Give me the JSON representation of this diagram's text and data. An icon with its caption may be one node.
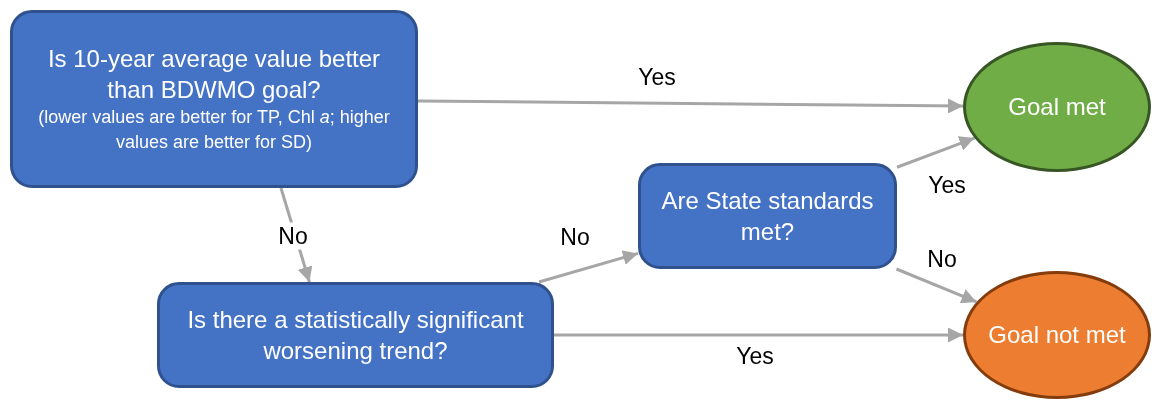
{
  "diagram": {
    "nodes": [
      {
        "text": [
          "Is 10-year average value better than BDWMO goal?",
          "(lower values are better for TP, Chl *a*; higher values are better for SD)"
        ]
      },
      {
        "text": [
          "Goal met"
        ]
      },
      {
        "text": [
          "Are State standards met?"
        ]
      },
      {
        "text": [
          "Is there a statistically significant worsening trend?"
        ]
      },
      {
        "text": [
          "Goal not met"
        ]
      }
    ],
    "edges": [
      {
        "from": 0,
        "to": 1,
        "arrow": "to",
        "label": "Yes"
      },
      {
        "from": 0,
        "to": 3,
        "arrow": "to",
        "label": "No"
      },
      {
        "from": 3,
        "to": 2,
        "arrow": "to",
        "label": "No"
      },
      {
        "from": 2,
        "to": 1,
        "arrow": "to",
        "label": "Yes"
      },
      {
        "from": 2,
        "to": 4,
        "arrow": "to",
        "label": "No"
      },
      {
        "from": 3,
        "to": 4,
        "arrow": "to",
        "label": "Yes"
      }
    ]
  }
}
